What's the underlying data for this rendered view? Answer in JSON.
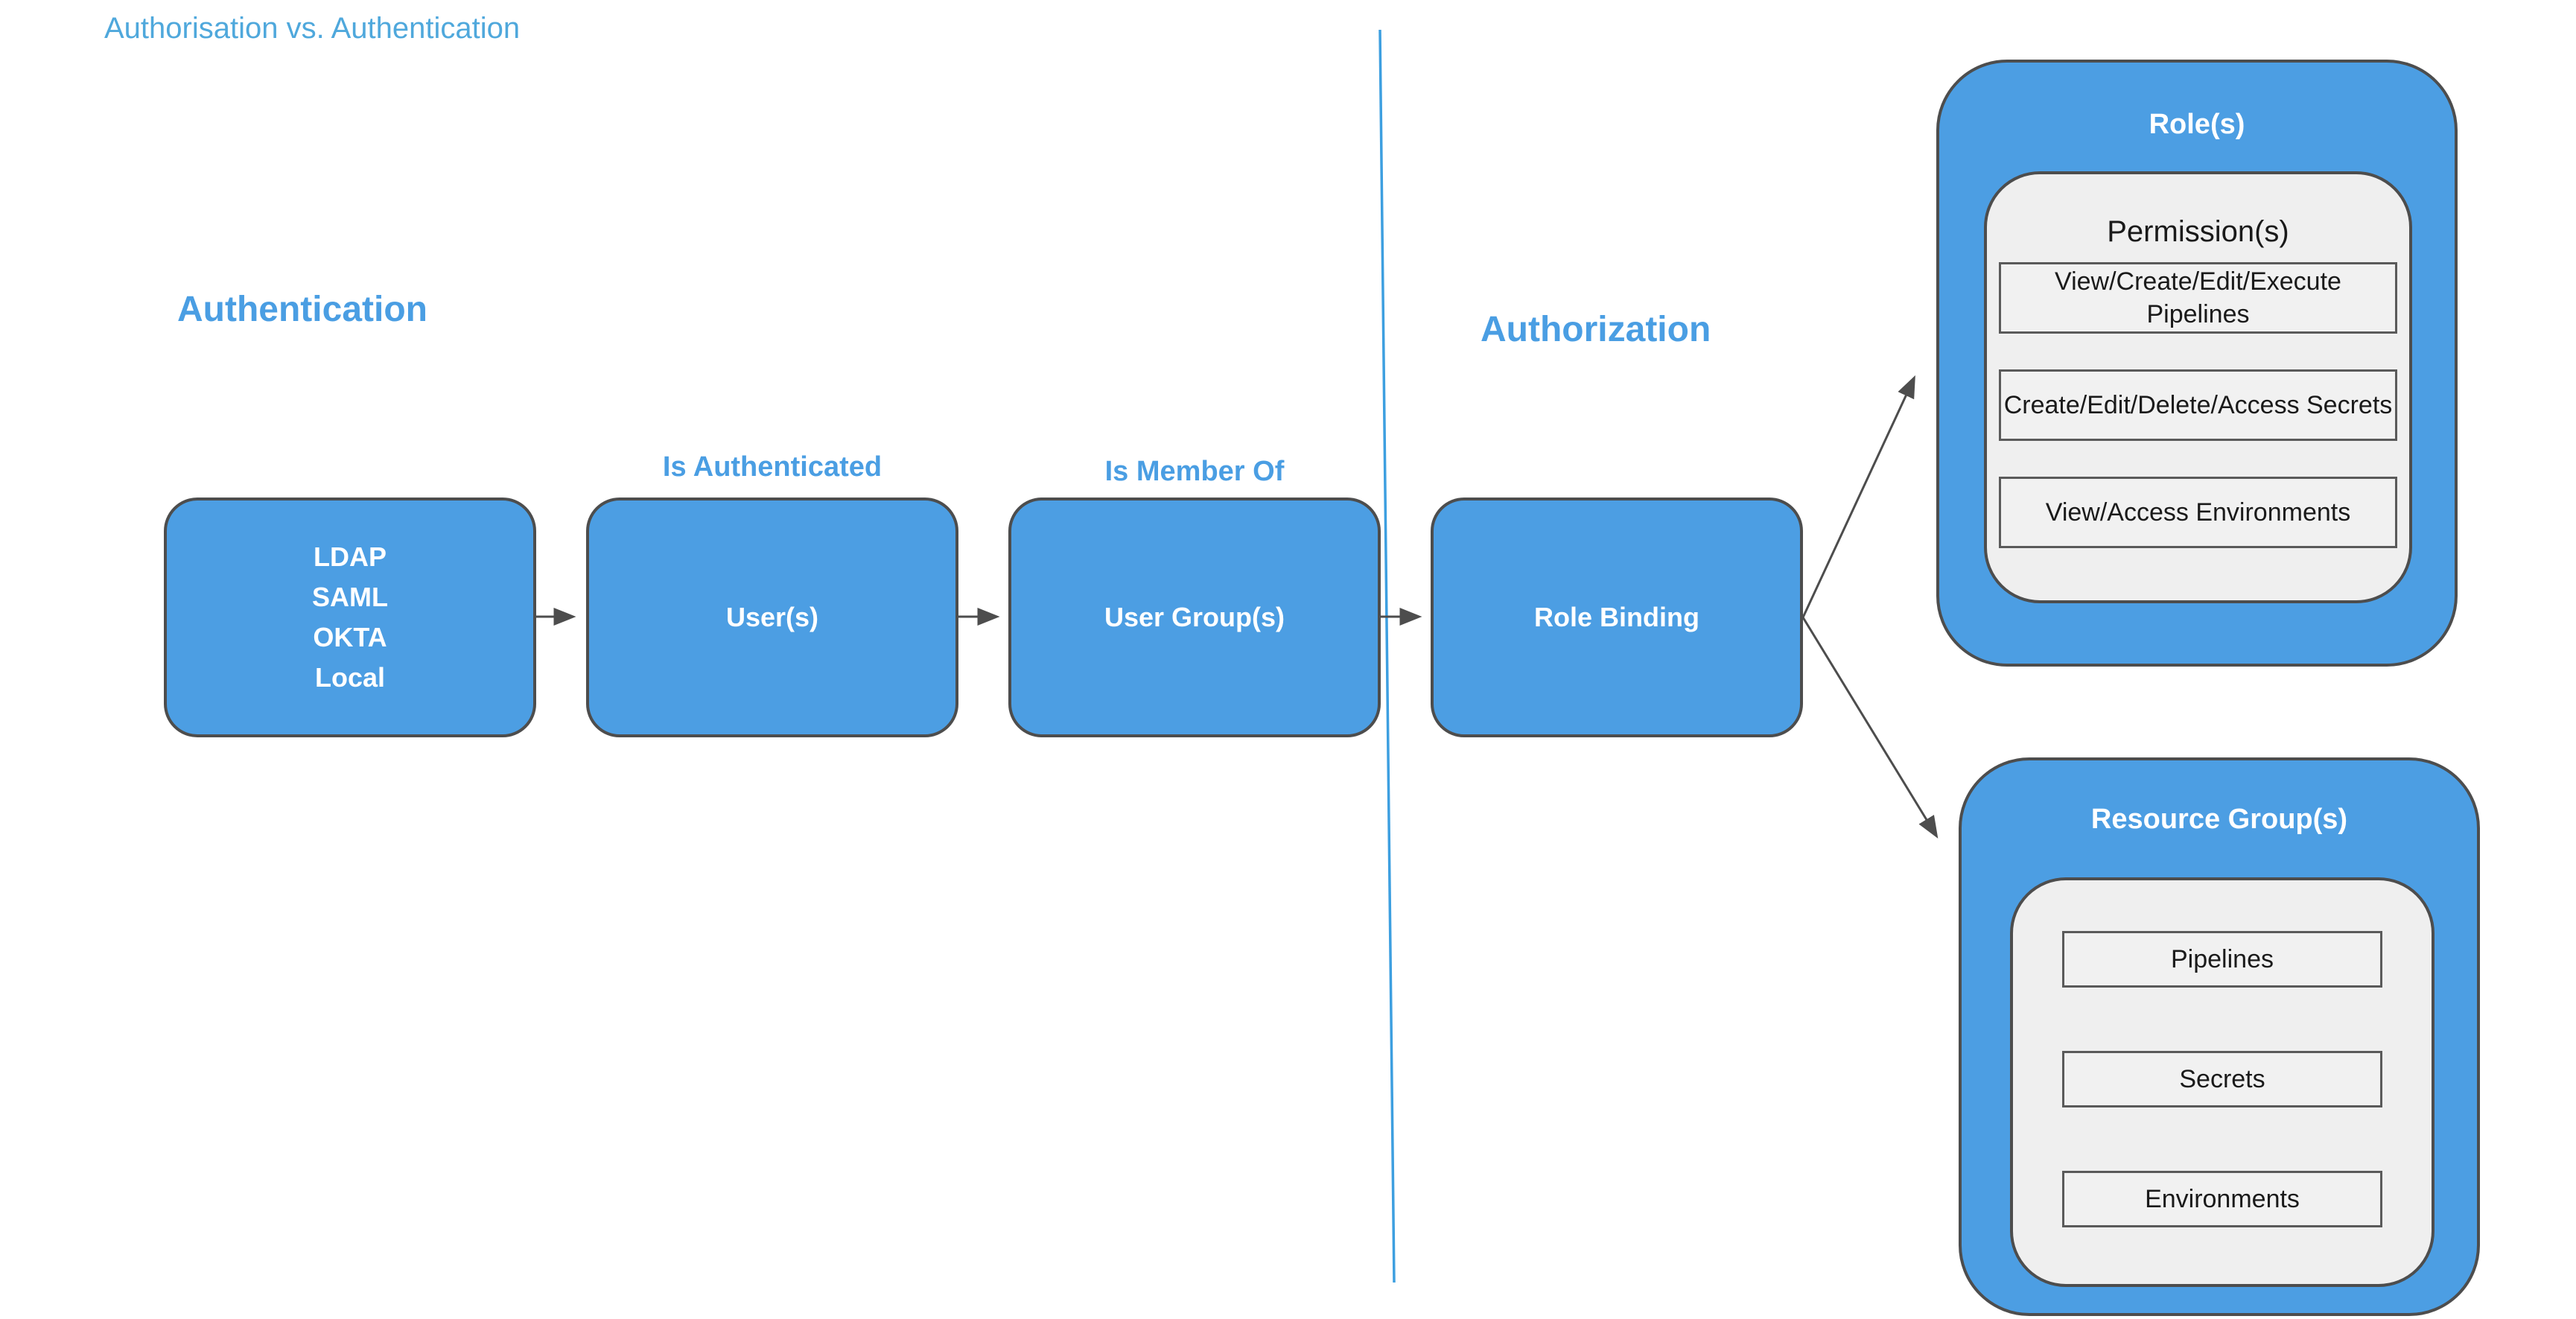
{
  "title": "Authorisation vs. Authentication",
  "sections": {
    "authentication": {
      "heading": "Authentication"
    },
    "authorization": {
      "heading": "Authorization"
    }
  },
  "flow": {
    "identity_providers": {
      "lines": [
        "LDAP",
        "SAML",
        "OKTA",
        "Local"
      ]
    },
    "users": {
      "label": "User(s)"
    },
    "user_groups": {
      "label": "User Group(s)"
    },
    "role_binding": {
      "label": "Role Binding"
    },
    "edge_labels": {
      "is_authenticated": "Is Authenticated",
      "is_member_of": "Is Member Of"
    }
  },
  "roles_box": {
    "header": "Role(s)",
    "permissions_title": "Permission(s)",
    "permissions": [
      {
        "label": "View/Create/Edit/Execute Pipelines"
      },
      {
        "label": "Create/Edit/Delete/Access Secrets"
      },
      {
        "label": "View/Access Environments"
      }
    ]
  },
  "resource_groups_box": {
    "header": "Resource Group(s)",
    "resources": [
      {
        "label": "Pipelines"
      },
      {
        "label": "Secrets"
      },
      {
        "label": "Environments"
      }
    ]
  },
  "colors": {
    "box_blue": "#4c9ee3",
    "box_border": "#4d4d4d",
    "heading_blue": "#4a9ee3",
    "title_blue": "#4fa8dc",
    "divider_blue": "#3d9fe0",
    "panel_gray": "#efefef",
    "item_fill": "#f1f1f1",
    "item_border": "#5a5a5a",
    "arrow_gray": "#4d4d4d",
    "text_white": "#ffffff",
    "text_black": "#1a1a1a"
  }
}
